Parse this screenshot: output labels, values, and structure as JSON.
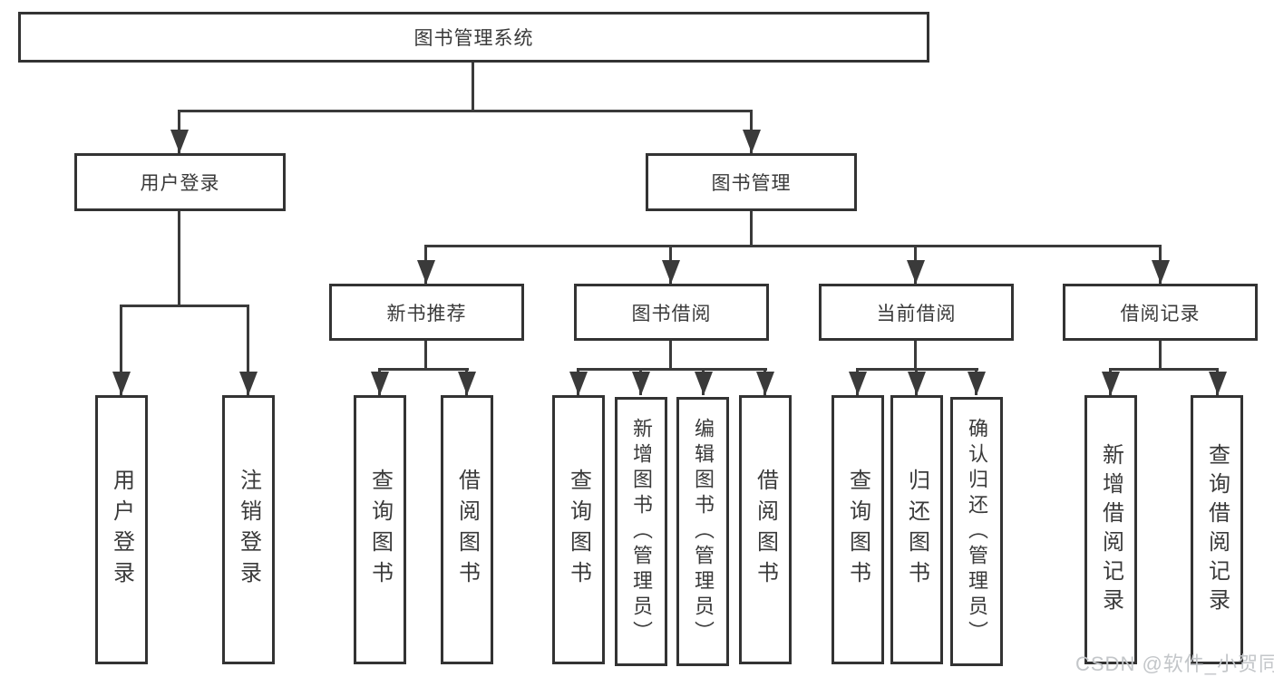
{
  "diagram_title": "图书管理系统",
  "watermark": "CSDN @软件_小贺同学",
  "colors": {
    "line": "#3a3a3a",
    "box_border": "#333333",
    "text": "#3a3a3a",
    "watermark": "#c3c6c9",
    "background": "#ffffff"
  },
  "tree": {
    "root": "图书管理系统",
    "children": [
      {
        "label": "用户登录",
        "children": [
          "用户登录",
          "注销登录"
        ]
      },
      {
        "label": "图书管理",
        "children": [
          {
            "label": "新书推荐",
            "children": [
              "查询图书",
              "借阅图书"
            ]
          },
          {
            "label": "图书借阅",
            "children": [
              "查询图书",
              "新增图书（管理员）",
              "编辑图书（管理员）",
              "借阅图书"
            ]
          },
          {
            "label": "当前借阅",
            "children": [
              "查询图书",
              "归还图书",
              "确认归还（管理员）"
            ]
          },
          {
            "label": "借阅记录",
            "children": [
              "新增借阅记录",
              "查询借阅记录"
            ]
          }
        ]
      }
    ]
  }
}
